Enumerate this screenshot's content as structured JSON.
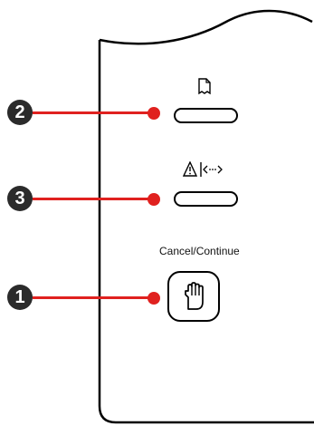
{
  "colors": {
    "callout": "#e0211f",
    "badge": "#2b2b2b",
    "outline": "#000000"
  },
  "panel": {
    "paper_button": {
      "icon": "paper-icon"
    },
    "paper_jam_button": {
      "icon": "paper-jam-warning-icon"
    },
    "cancel_continue_button": {
      "label": "Cancel/Continue",
      "icon": "hand-stop-icon"
    }
  },
  "callouts": [
    {
      "number": "2",
      "target": "paper_button"
    },
    {
      "number": "3",
      "target": "paper_jam_button"
    },
    {
      "number": "1",
      "target": "cancel_continue_button"
    }
  ]
}
